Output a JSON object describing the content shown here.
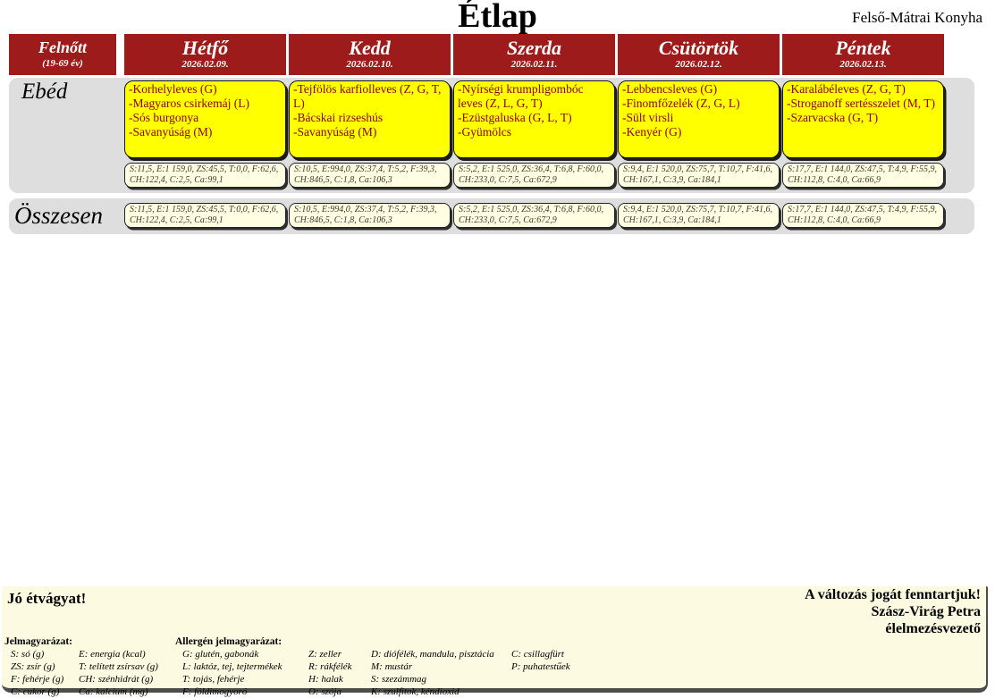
{
  "page": {
    "title": "Étlap",
    "kitchen": "Felső-Mátrai Konyha"
  },
  "colors": {
    "header-red": "#9E1B1B",
    "menu-yellow": "#FFFF00",
    "menu-text": "#8B0000",
    "band-gray": "#DEDEDE",
    "nutrition-cream": "#FFFEE2",
    "footer-cream": "#FCFAE1"
  },
  "table": {
    "group_header": {
      "label": "Felnőtt",
      "sub": "(19-69 év)"
    },
    "row_labels": {
      "lunch": "Ebéd",
      "total": "Összesen"
    },
    "days": [
      {
        "name": "Hétfő",
        "date": "2026.02.09.",
        "menu": [
          "-Korhelyleves (G)",
          "-Magyaros csirkemáj  (L)",
          "-Sós burgonya",
          "-Savanyúság (M)"
        ],
        "nutrition": "S:11,5, E:1 159,0, ZS:45,5, T:0,0, F:62,6, CH:122,4, C:2,5, Ca:99,1"
      },
      {
        "name": "Kedd",
        "date": "2026.02.10.",
        "menu": [
          "-Tejfölös karfiolleves (Z, G, T, L)",
          "-Bácskai rizseshús",
          "-Savanyúság (M)"
        ],
        "nutrition": "S:10,5, E:994,0, ZS:37,4, T:5,2, F:39,3, CH:846,5, C:1,8, Ca:106,3"
      },
      {
        "name": "Szerda",
        "date": "2026.02.11.",
        "menu": [
          "-Nyírségi krumpligombóc leves (Z, L, G, T)",
          "-Ezüstgaluska (G, L, T)",
          "-Gyümölcs"
        ],
        "nutrition": "S:5,2, E:1 525,0, ZS:36,4, T:6,8, F:60,0, CH:233,0, C:7,5, Ca:672,9"
      },
      {
        "name": "Csütörtök",
        "date": "2026.02.12.",
        "menu": [
          "-Lebbencsleves (G)",
          "-Finomfőzelék  (Z, G, L)",
          "-Sült virsli",
          "-Kenyér (G)"
        ],
        "nutrition": "S:9,4, E:1 520,0, ZS:75,7, T:10,7, F:41,6, CH:167,1, C:3,9, Ca:184,1"
      },
      {
        "name": "Péntek",
        "date": "2026.02.13.",
        "menu": [
          "-Karalábéleves  (Z, G, T)",
          "-Stroganoff sertésszelet (M, T)",
          "-Szarvacska (G, T)"
        ],
        "nutrition": "S:17,7, E:1 144,0, ZS:47,5, T:4,9, F:55,9, CH:112,8, C:4,0, Ca:66,9"
      }
    ],
    "totals": [
      "S:11,5, E:1 159,0, ZS:45,5, T:0,0, F:62,6, CH:122,4, C:2,5, Ca:99,1",
      "S:10,5, E:994,0, ZS:37,4, T:5,2, F:39,3, CH:846,5, C:1,8, Ca:106,3",
      "S:5,2, E:1 525,0, ZS:36,4, T:6,8, F:60,0, CH:233,0, C:7,5, Ca:672,9",
      "S:9,4, E:1 520,0, ZS:75,7, T:10,7, F:41,6, CH:167,1, C:3,9, Ca:184,1",
      "S:17,7, E:1 144,0, ZS:47,5, T:4,9, F:55,9, CH:112,8, C:4,0, Ca:66,9"
    ]
  },
  "footer": {
    "greeting": "Jó étvágyat!",
    "notice": "A változás jogát fenntartjuk!",
    "signature_name": "Szász-Virág Petra",
    "signature_role": "élelmezésvezető",
    "legend": {
      "title": "Jelmagyarázat:",
      "col1": [
        "S: só (g)",
        "ZS: zsír (g)",
        "F: fehérje (g)",
        "C: cukor (g)"
      ],
      "col2": [
        "E: energia (kcal)",
        "T: telített zsírsav (g)",
        "CH: szénhidrát (g)",
        "Ca: kalcium (mg)"
      ]
    },
    "allergen_legend": {
      "title": "Allergén jelmagyarázat:",
      "col1": [
        "G: glutén, gabonák",
        "L: laktóz, tej, tejtermékek",
        "T: tojás, fehérje",
        "F: földimogyoró"
      ],
      "col2": [
        "Z: zeller",
        "R: rákfélék",
        "H: halak",
        "O: szója"
      ],
      "col3": [
        "D: diófélék, mandula, pisztácia",
        "M: mustár",
        "S: szezámmag",
        "K: szulfitok, kéndioxid"
      ],
      "col4": [
        "C: csillagfürt",
        "P: puhatestűek"
      ]
    }
  }
}
